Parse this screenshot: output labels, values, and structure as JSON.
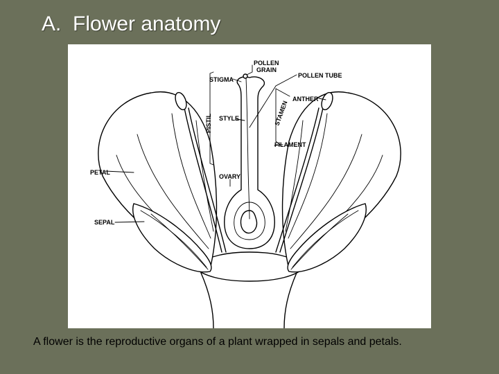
{
  "slide": {
    "title": "A.  Flower anatomy",
    "caption": "A flower is the reproductive organs of a plant wrapped in sepals and petals."
  },
  "diagram": {
    "labels": {
      "pollen_grain_line1": "POLLEN",
      "pollen_grain_line2": "GRAIN",
      "pollen_tube": "POLLEN TUBE",
      "stigma": "STIGMA",
      "pistil": "PISTIL",
      "style": "STYLE",
      "stamen": "STAMEN",
      "anther": "ANTHER",
      "filament": "FILAMENT",
      "petal": "PETAL",
      "ovary": "OVARY",
      "sepal": "SEPAL"
    }
  },
  "colors": {
    "background": "#6b705a",
    "panel": "#ffffff",
    "title_text": "#ffffff",
    "caption_text": "#000000"
  }
}
